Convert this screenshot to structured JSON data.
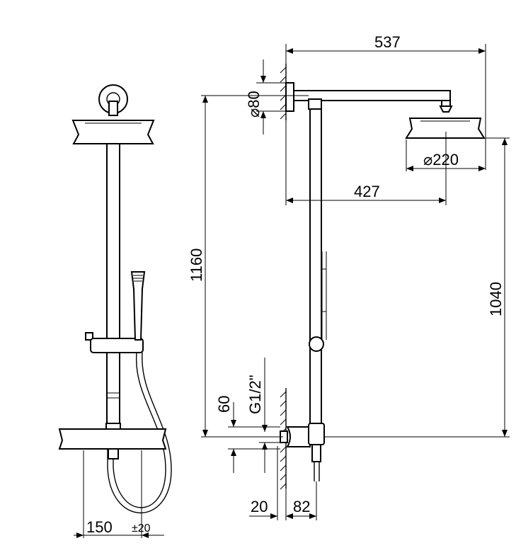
{
  "dimensions": {
    "overall_width": "537",
    "head_offset": "427",
    "wall_flange": "⌀80",
    "head_diameter": "⌀220",
    "total_height": "1160",
    "head_height": "1040",
    "inlet_spacing": "60",
    "thread": "G1/2\"",
    "wall_gap": "20",
    "depth": "82",
    "center_distance": "150",
    "tolerance": "±20"
  }
}
